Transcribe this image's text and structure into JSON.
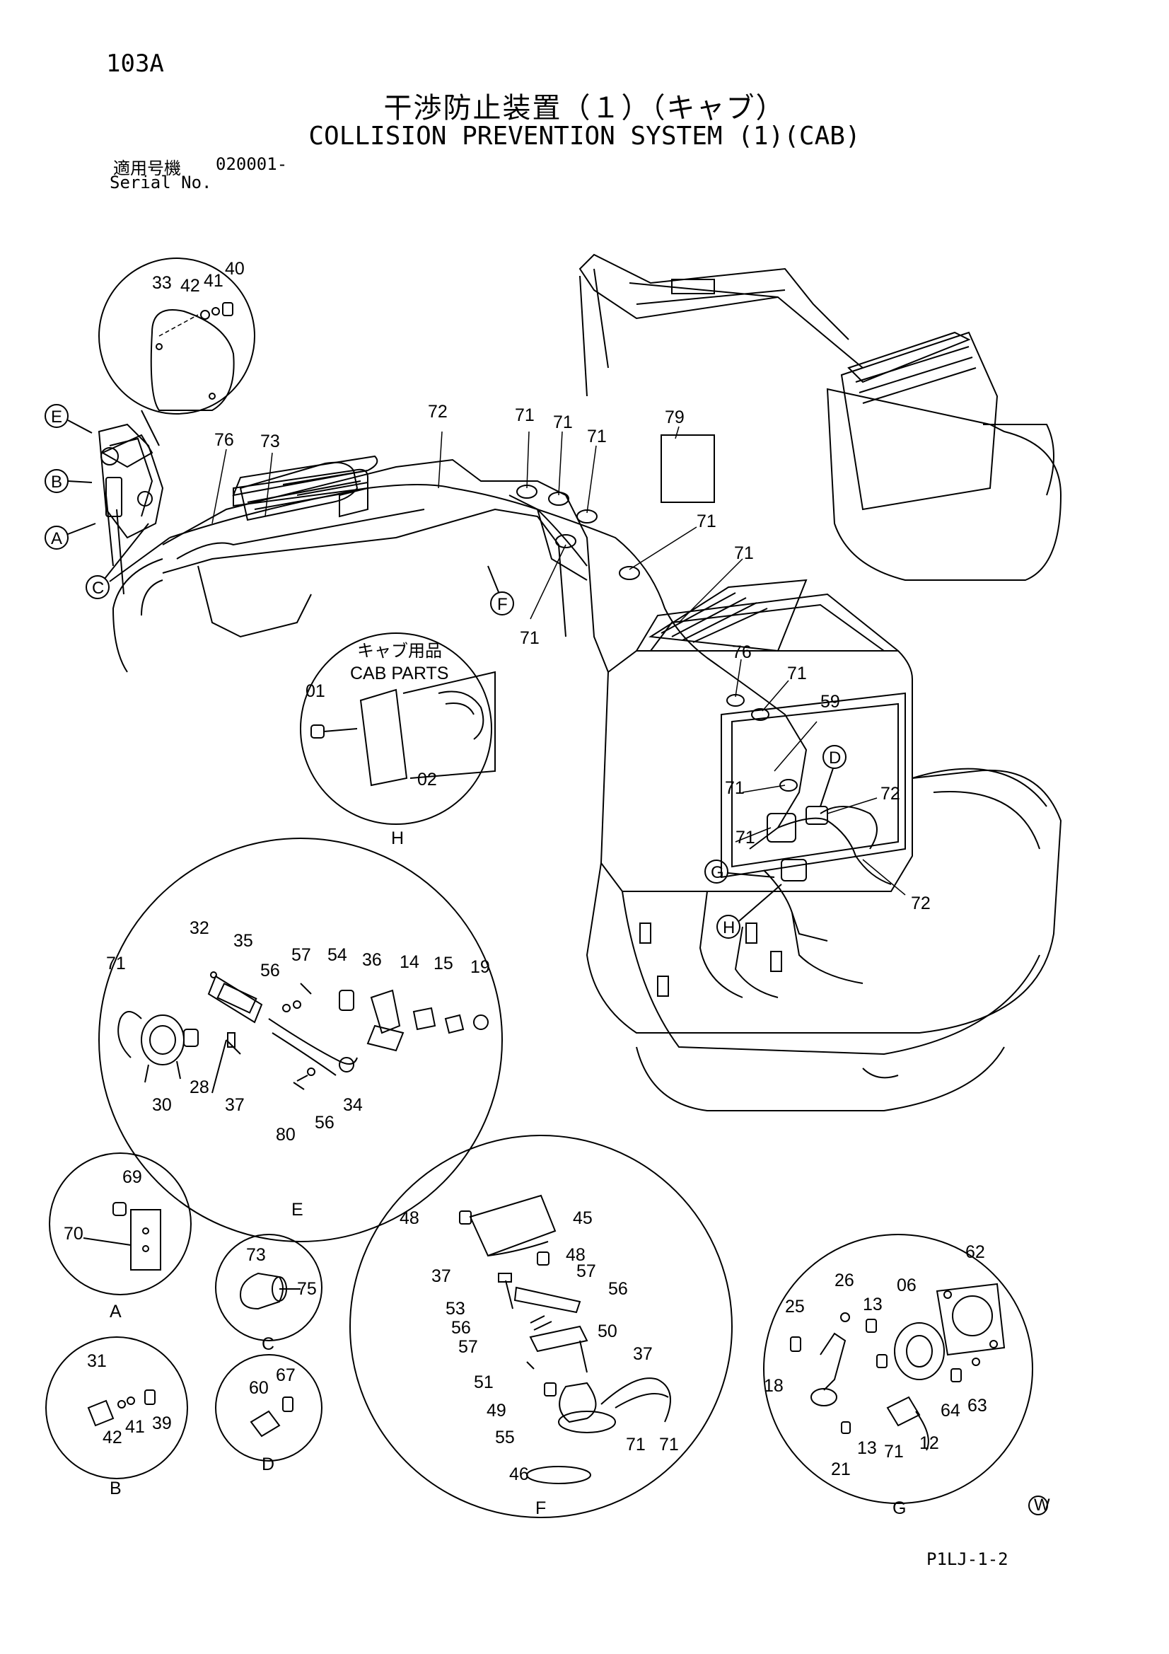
{
  "header": {
    "page_number": "103A",
    "title_jp": "干渉防止装置（１）（キャブ）",
    "title_en": "COLLISION PREVENTION SYSTEM (1)(CAB)",
    "serial_label_jp": "適用号機",
    "serial_value": "020001-",
    "serial_label_en": "Serial No."
  },
  "footer": {
    "drawing_code": "P1LJ-1-2",
    "mark": "W"
  },
  "main_view": {
    "view_refs": [
      "E",
      "B",
      "A",
      "C",
      "F",
      "D",
      "G",
      "H"
    ],
    "part_numbers": [
      "72",
      "71",
      "71",
      "71",
      "79",
      "76",
      "73",
      "71",
      "71",
      "71",
      "76",
      "71",
      "59",
      "71",
      "72",
      "71",
      "72"
    ]
  },
  "detail_views": [
    {
      "label": "",
      "parts": [
        "33",
        "42",
        "41",
        "40"
      ]
    },
    {
      "label": "H",
      "title_jp": "キャブ用品",
      "title_en": "CAB PARTS",
      "parts": [
        "01",
        "02"
      ]
    },
    {
      "label": "E",
      "parts": [
        "71",
        "32",
        "35",
        "57",
        "54",
        "36",
        "14",
        "15",
        "19",
        "56",
        "30",
        "28",
        "37",
        "80",
        "56",
        "34"
      ]
    },
    {
      "label": "A",
      "parts": [
        "69",
        "70"
      ]
    },
    {
      "label": "C",
      "parts": [
        "73",
        "75"
      ]
    },
    {
      "label": "B",
      "parts": [
        "31",
        "42",
        "41",
        "39"
      ]
    },
    {
      "label": "D",
      "parts": [
        "60",
        "67"
      ]
    },
    {
      "label": "F",
      "parts": [
        "48",
        "45",
        "48",
        "57",
        "37",
        "56",
        "53",
        "56",
        "50",
        "57",
        "37",
        "51",
        "49",
        "55",
        "71",
        "71",
        "46"
      ]
    },
    {
      "label": "G",
      "parts": [
        "62",
        "26",
        "25",
        "13",
        "06",
        "18",
        "64",
        "63",
        "13",
        "71",
        "12",
        "21"
      ]
    }
  ]
}
